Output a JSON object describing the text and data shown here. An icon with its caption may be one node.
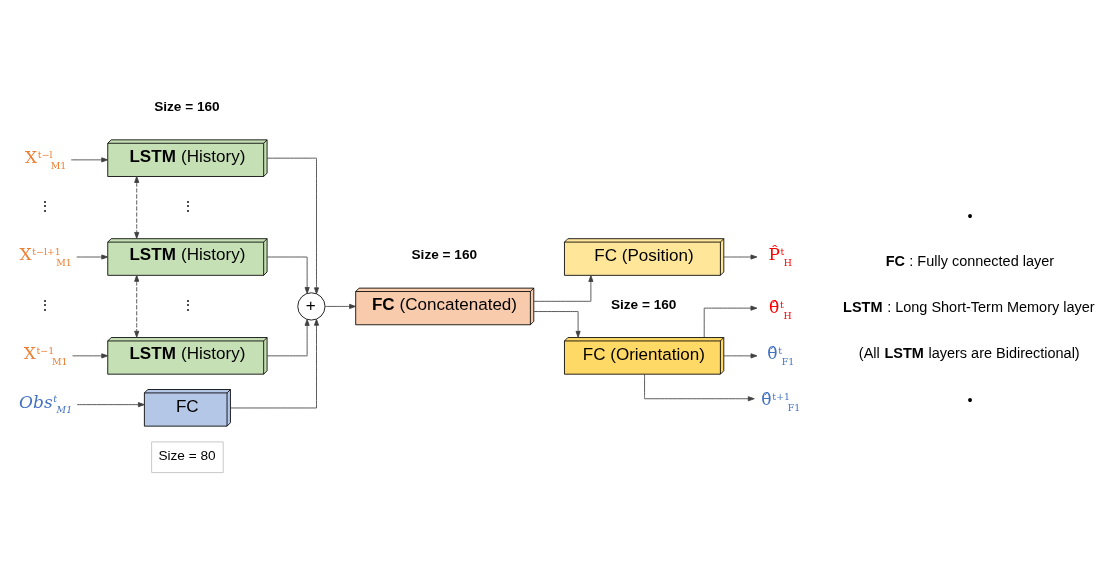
{
  "diagram": {
    "nodes": [
      {
        "text": [
          "X$^{t−l}$$_{M1}$"
        ]
      },
      {
        "text": [
          "**LSTM** (History)"
        ]
      },
      {
        "text": [
          "X$^{t−l+1}$$_{M1}$"
        ]
      },
      {
        "text": [
          "**LSTM** (History)"
        ]
      },
      {
        "text": [
          "X$^{t−1}$$_{M1}$"
        ]
      },
      {
        "text": [
          "**LSTM** (History)"
        ]
      },
      {
        "text": [
          "Obs$^{t}$$_{M1}$"
        ]
      },
      {
        "text": [
          "FC"
        ]
      },
      {
        "text": [
          "+"
        ]
      },
      {
        "text": [
          "**FC** (Concatenated)"
        ]
      },
      {
        "text": [
          "FC (Position)"
        ]
      },
      {
        "text": [
          "FC (Orientation)"
        ]
      },
      {
        "text": [
          "P̂$^{t}$$_{H}$"
        ]
      },
      {
        "text": [
          "θ̂$^{t}$$_{H}$"
        ]
      },
      {
        "text": [
          "θ̂$^{t}$$_{F1}$"
        ]
      },
      {
        "text": [
          "θ̂$^{t+1}$$_{F1}$"
        ]
      }
    ],
    "edges": [
      {
        "from": 0,
        "to": 1,
        "arrow": "to"
      },
      {
        "from": 2,
        "to": 3,
        "arrow": "to"
      },
      {
        "from": 4,
        "to": 5,
        "arrow": "to"
      },
      {
        "from": 6,
        "to": 7,
        "arrow": "to"
      },
      {
        "from": 1,
        "to": 3,
        "arrow": "both",
        "style": "dashed"
      },
      {
        "from": 3,
        "to": 5,
        "arrow": "both",
        "style": "dashed"
      },
      {
        "from": 1,
        "to": 8,
        "arrow": "to"
      },
      {
        "from": 3,
        "to": 8,
        "arrow": "to"
      },
      {
        "from": 5,
        "to": 8,
        "arrow": "to"
      },
      {
        "from": 7,
        "to": 8,
        "arrow": "to"
      },
      {
        "from": 8,
        "to": 9,
        "arrow": "to"
      },
      {
        "from": 9,
        "to": 10,
        "arrow": "to"
      },
      {
        "from": 9,
        "to": 11,
        "arrow": "to"
      },
      {
        "from": 10,
        "to": 12,
        "arrow": "to"
      },
      {
        "from": 11,
        "to": 13,
        "arrow": "to"
      },
      {
        "from": 11,
        "to": 14,
        "arrow": "to"
      },
      {
        "from": 11,
        "to": 15,
        "arrow": "to"
      }
    ],
    "labels": [
      "Size = 160",
      "Size = 160",
      "⋮",
      "⋮",
      "⋮",
      "⋮",
      "Size = 160",
      "Size = 80",
      "•",
      "**FC** : Fully connected layer",
      "•",
      "**LSTM** : Long Short-Term Memory layer",
      "(All **LSTM** layers are Bidirectional)"
    ]
  }
}
